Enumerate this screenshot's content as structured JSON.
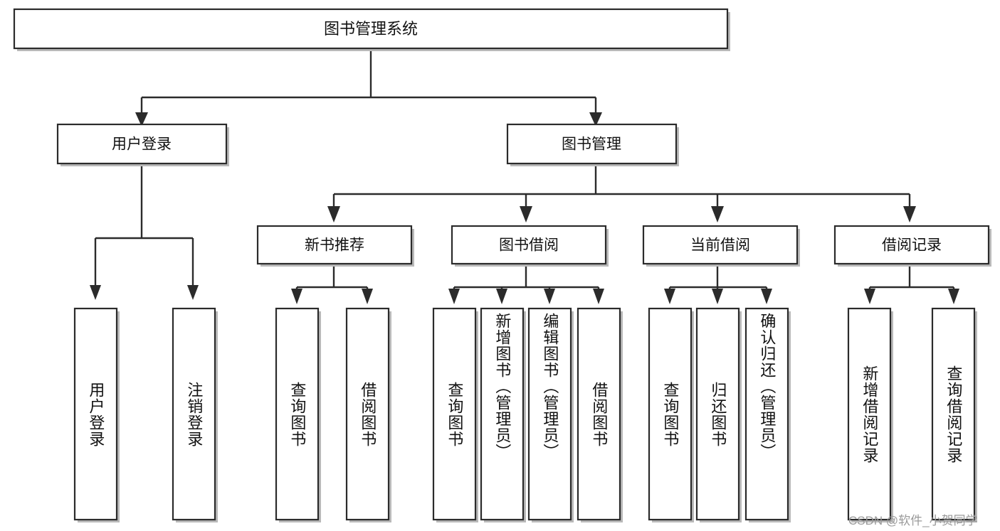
{
  "diagram": {
    "type": "tree-hierarchy",
    "title": "图书管理系统",
    "watermark": "CSDN @软件_小贺同学",
    "colors": {
      "background": "#ffffff",
      "stroke": "#2b2b2b",
      "node_fill": "#ffffff",
      "shadow": "#b9b9b9",
      "text": "#111111",
      "watermark": "#9a9a9a"
    },
    "root": {
      "label": "图书管理系统",
      "orientation": "horizontal"
    },
    "level2": [
      {
        "id": "user-login",
        "label": "用户登录",
        "orientation": "horizontal"
      },
      {
        "id": "book-management",
        "label": "图书管理",
        "orientation": "horizontal"
      }
    ],
    "level3": [
      {
        "id": "new-book-recommend",
        "label": "新书推荐",
        "orientation": "horizontal",
        "parent": "book-management"
      },
      {
        "id": "book-borrow",
        "label": "图书借阅",
        "orientation": "horizontal",
        "parent": "book-management"
      },
      {
        "id": "current-borrow",
        "label": "当前借阅",
        "orientation": "horizontal",
        "parent": "book-management"
      },
      {
        "id": "borrow-record",
        "label": "借阅记录",
        "orientation": "horizontal",
        "parent": "book-management"
      }
    ],
    "leaves": [
      {
        "id": "leaf-user-login",
        "label": "用户登录",
        "parent": "user-login",
        "orientation": "vertical"
      },
      {
        "id": "leaf-logout-login",
        "label": "注销登录",
        "parent": "user-login",
        "orientation": "vertical"
      },
      {
        "id": "leaf-query-book-1",
        "label": "查询图书",
        "parent": "new-book-recommend",
        "orientation": "vertical"
      },
      {
        "id": "leaf-borrow-book-1",
        "label": "借阅图书",
        "parent": "new-book-recommend",
        "orientation": "vertical"
      },
      {
        "id": "leaf-query-book-2",
        "label": "查询图书",
        "parent": "book-borrow",
        "orientation": "vertical"
      },
      {
        "id": "leaf-add-book",
        "label": "新增图书（管理员）",
        "parent": "book-borrow",
        "orientation": "vertical"
      },
      {
        "id": "leaf-edit-book",
        "label": "编辑图书（管理员）",
        "parent": "book-borrow",
        "orientation": "vertical"
      },
      {
        "id": "leaf-borrow-book-2",
        "label": "借阅图书",
        "parent": "book-borrow",
        "orientation": "vertical"
      },
      {
        "id": "leaf-query-book-3",
        "label": "查询图书",
        "parent": "current-borrow",
        "orientation": "vertical"
      },
      {
        "id": "leaf-return-book",
        "label": "归还图书",
        "parent": "current-borrow",
        "orientation": "vertical"
      },
      {
        "id": "leaf-confirm-return",
        "label": "确认归还（管理员）",
        "parent": "current-borrow",
        "orientation": "vertical"
      },
      {
        "id": "leaf-add-record",
        "label": "新增借阅记录",
        "parent": "borrow-record",
        "orientation": "vertical"
      },
      {
        "id": "leaf-query-record",
        "label": "查询借阅记录",
        "parent": "borrow-record",
        "orientation": "vertical"
      }
    ]
  }
}
